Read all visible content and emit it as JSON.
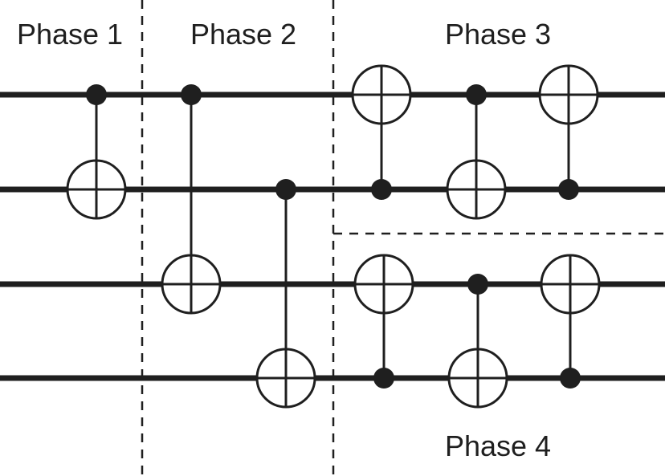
{
  "phases": {
    "phase1": "Phase 1",
    "phase2": "Phase 2",
    "phase3": "Phase 3",
    "phase4": "Phase 4"
  },
  "colors": {
    "ink": "#1f1f1f",
    "background": "#ffffff"
  }
}
